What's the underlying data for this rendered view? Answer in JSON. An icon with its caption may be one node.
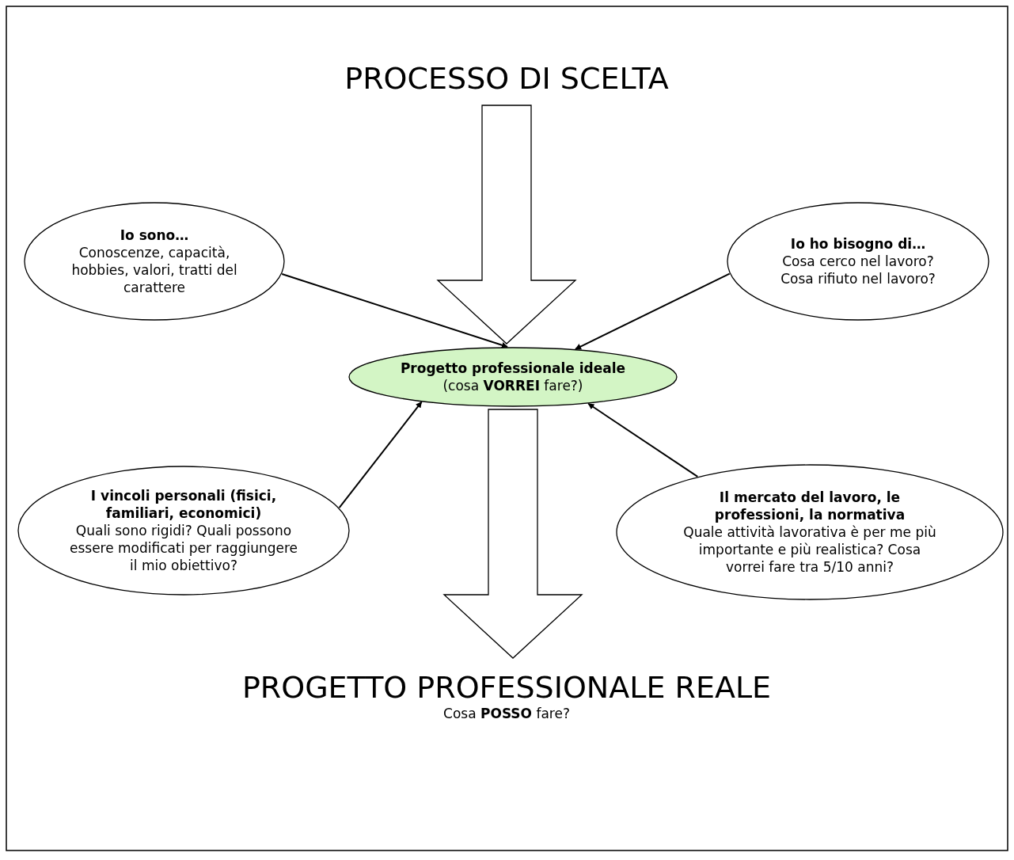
{
  "diagram": {
    "nodes": [
      {
        "text": [
          "PROCESSO DI SCELTA"
        ]
      },
      {
        "text": [
          "Io sono…",
          "Conoscenze, capacità, hobbies, valori, tratti del carattere"
        ]
      },
      {
        "text": [
          "Io ho bisogno di…",
          "Cosa cerco nel lavoro? Cosa rifiuto nel lavoro?"
        ]
      },
      {
        "text": [
          "Progetto professionale ideale",
          "(cosa **VORREI** fare?)"
        ]
      },
      {
        "text": [
          "I vincoli personali (fisici, familiari, economici)",
          "Quali sono rigidi? Quali possono essere modificati per raggiungere il mio obiettivo?"
        ]
      },
      {
        "text": [
          "Il mercato del lavoro, le professioni, la normativa",
          "Quale attività lavorativa è per me più importante e più realistica? Cosa vorrei fare tra 5/10 anni?"
        ]
      },
      {
        "text": [
          "PROGETTO PROFESSIONALE REALE",
          "Cosa **POSSO** fare?"
        ]
      }
    ],
    "edges": [
      {
        "from": 0,
        "to": 3,
        "arrow": "to",
        "style": "thick"
      },
      {
        "from": 1,
        "to": 3,
        "arrow": "to"
      },
      {
        "from": 2,
        "to": 3,
        "arrow": "to"
      },
      {
        "from": 4,
        "to": 3,
        "arrow": "to"
      },
      {
        "from": 5,
        "to": 3,
        "arrow": "to"
      },
      {
        "from": 3,
        "to": 6,
        "arrow": "to",
        "style": "thick"
      }
    ]
  }
}
